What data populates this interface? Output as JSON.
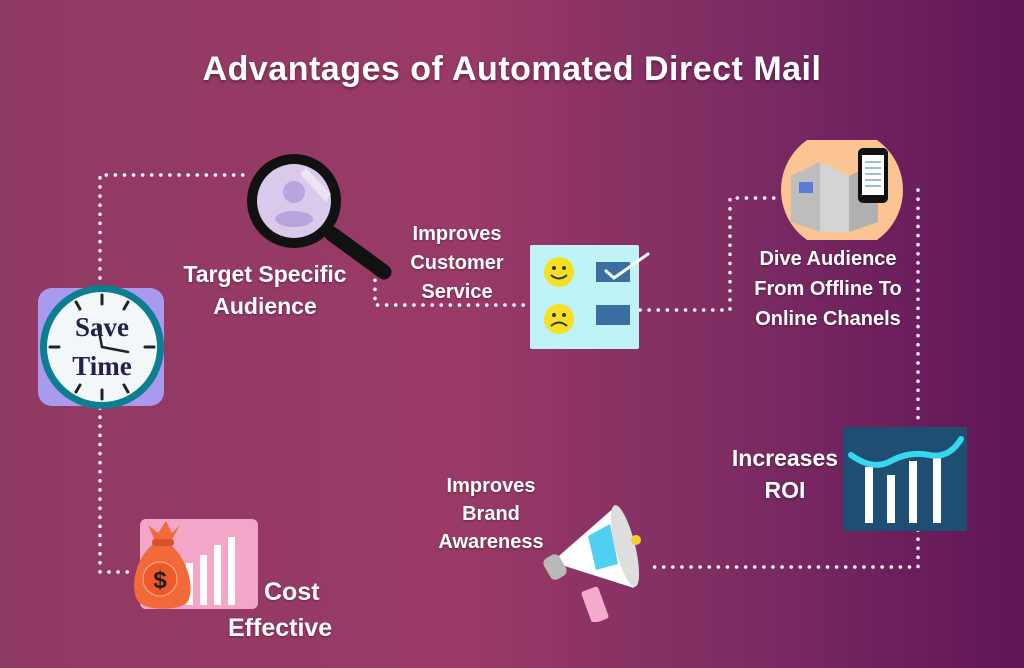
{
  "title": "Advantages of Automated Direct Mail",
  "items": {
    "save_time": {
      "line1": "Save",
      "line2": "Time"
    },
    "target": {
      "line1": "Target Specific",
      "line2": "Audience"
    },
    "service": {
      "line1": "Improves",
      "line2": "Customer",
      "line3": "Service"
    },
    "dive": {
      "line1": "Dive Audience",
      "line2": "From Offline To",
      "line3": "Online Chanels"
    },
    "roi": {
      "line1": "Increases",
      "line2": "ROI"
    },
    "brand": {
      "line1": "Improves",
      "line2": "Brand",
      "line3": "Awareness"
    },
    "cost": {
      "line1": "Cost",
      "line2": "Effective",
      "currency_symbol": "$"
    }
  },
  "icons": {
    "save_time": "clock-icon",
    "target": "magnifier-user-icon",
    "service": "feedback-checklist-icon",
    "dive": "brochure-phone-icon",
    "roi": "growth-bar-chart-icon",
    "brand": "megaphone-icon",
    "cost": "money-bag-chart-icon"
  },
  "colors": {
    "background_left": "#8f3a63",
    "background_right": "#5f1558",
    "text": "#ffffff",
    "connector": "#ffffff",
    "clock_box": "#a99af0",
    "checklist_box": "#bff3f8",
    "peach_circle": "#fbc493",
    "roi_box": "#1f4e73",
    "cost_box": "#f4a6c9",
    "money_bag": "#f26a3a",
    "megaphone_bell": "#4fd0f0"
  }
}
